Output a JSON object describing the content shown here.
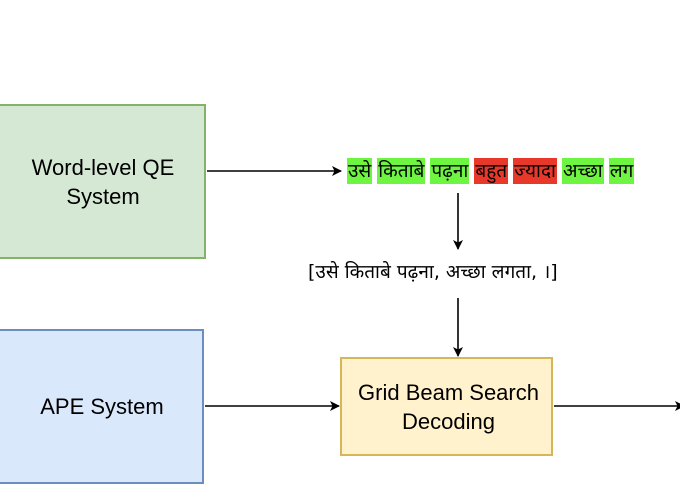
{
  "colors": {
    "qe_fill": "#d5e8d4",
    "qe_border": "#82b366",
    "ape_fill": "#dae8fc",
    "ape_border": "#6c8ebf",
    "gbs_fill": "#fff2cc",
    "gbs_border": "#d6b656",
    "ok_token": "#6ef542",
    "bad_token": "#e8382a",
    "arrow": "#000000"
  },
  "nodes": {
    "qe_system": {
      "label": "Word-level QE\nSystem"
    },
    "ape_system": {
      "label": "APE System"
    },
    "grid_beam_search": {
      "label": "Grid Beam Search\nDecoding"
    }
  },
  "qe_output": {
    "tokens": [
      {
        "text": "उसे",
        "tag": "ok"
      },
      {
        "text": "किताबे",
        "tag": "ok"
      },
      {
        "text": "पढ़ना",
        "tag": "ok"
      },
      {
        "text": "बहुत",
        "tag": "bad"
      },
      {
        "text": "ज्यादा",
        "tag": "bad"
      },
      {
        "text": "अच्छा",
        "tag": "ok"
      },
      {
        "text": "लग",
        "tag": "ok"
      }
    ]
  },
  "constraints": {
    "text": "[उसे किताबे पढ़ना, अच्छा लगता, ।]"
  },
  "edges": [
    {
      "from": "qe_system",
      "to": "qe_output"
    },
    {
      "from": "qe_output",
      "to": "constraints"
    },
    {
      "from": "constraints",
      "to": "grid_beam_search"
    },
    {
      "from": "ape_system",
      "to": "grid_beam_search"
    },
    {
      "from": "grid_beam_search",
      "to": "output"
    }
  ]
}
